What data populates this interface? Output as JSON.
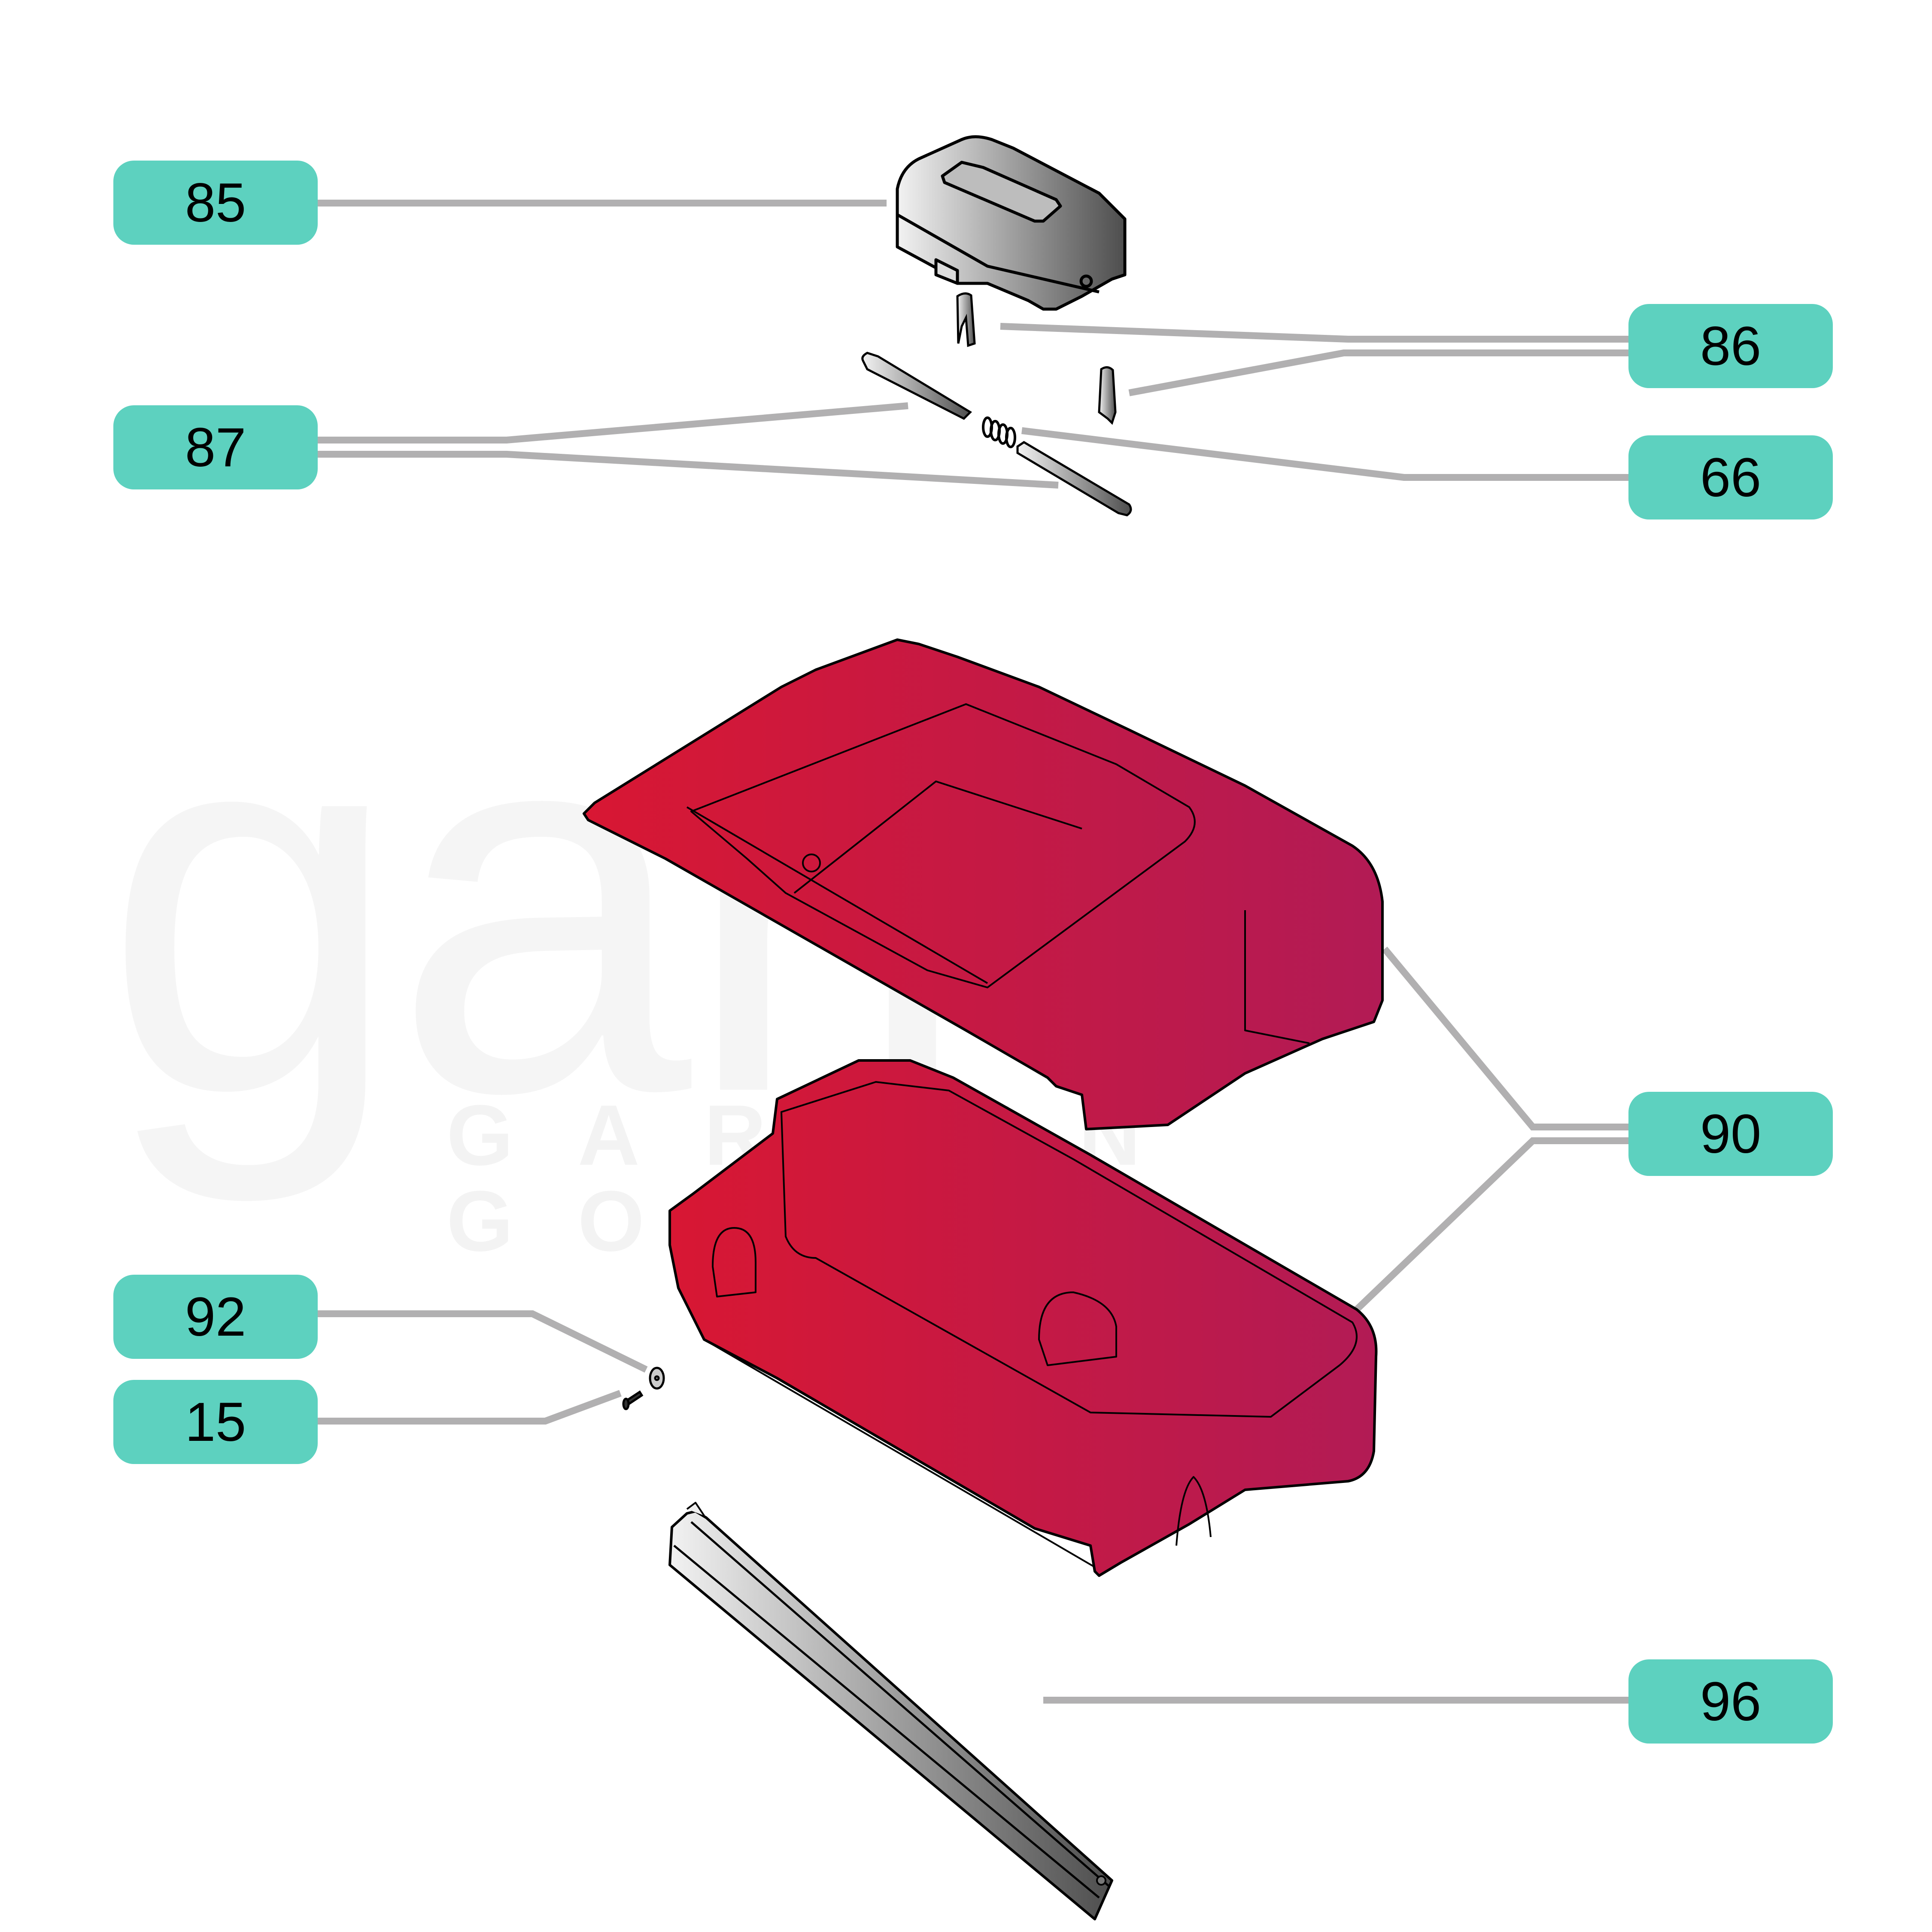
{
  "diagram": {
    "type": "exploded parts diagram",
    "watermark": {
      "word": "garjo",
      "subtitle": "GARDEN GOODS"
    },
    "colors": {
      "callout_fill": "#5dd1bf",
      "leader_line": "#b1b0b1",
      "tray_red_left": "#d51834",
      "tray_red_right": "#b51b54",
      "part_grey_light": "#eeeeee",
      "part_grey_dark": "#555555",
      "outline": "#000000",
      "watermark": "#f4f4f4"
    },
    "callouts": [
      {
        "id": "85",
        "label": "85",
        "part": "grey handle cover"
      },
      {
        "id": "86",
        "label": "86",
        "part": "clip (x2)"
      },
      {
        "id": "87",
        "label": "87",
        "part": "shaft pins (x2)"
      },
      {
        "id": "66",
        "label": "66",
        "part": "spring"
      },
      {
        "id": "90",
        "label": "90",
        "part": "grass collector upper and lower shell (red)"
      },
      {
        "id": "92",
        "label": "92",
        "part": "washer"
      },
      {
        "id": "15",
        "label": "15",
        "part": "screw"
      },
      {
        "id": "96",
        "label": "96",
        "part": "hinge strip"
      }
    ]
  }
}
